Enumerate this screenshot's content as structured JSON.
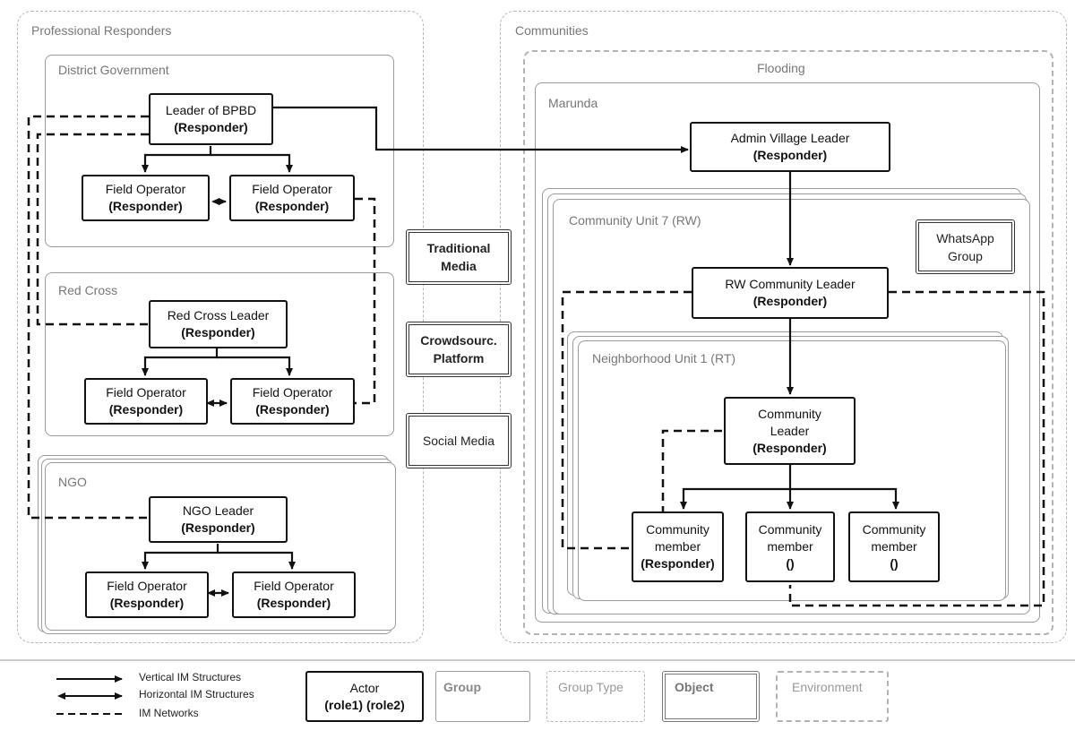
{
  "groups": {
    "professional": "Professional Responders",
    "communities": "Communities",
    "flooding": "Flooding",
    "district": "District Government",
    "redcross": "Red Cross",
    "ngo": "NGO",
    "marunda": "Marunda",
    "rw": "Community Unit 7 (RW)",
    "rt": "Neighborhood Unit 1 (RT)"
  },
  "actors": {
    "bpbd_leader": {
      "name": "Leader of BPBD",
      "role": "(Responder)"
    },
    "dg_field1": {
      "name": "Field Operator",
      "role": "(Responder)"
    },
    "dg_field2": {
      "name": "Field Operator",
      "role": "(Responder)"
    },
    "rc_leader": {
      "name": "Red Cross Leader",
      "role": "(Responder)"
    },
    "rc_field1": {
      "name": "Field Operator",
      "role": "(Responder)"
    },
    "rc_field2": {
      "name": "Field Operator",
      "role": "(Responder)"
    },
    "ngo_leader": {
      "name": "NGO Leader",
      "role": "(Responder)"
    },
    "ngo_field1": {
      "name": "Field Operator",
      "role": "(Responder)"
    },
    "ngo_field2": {
      "name": "Field Operator",
      "role": "(Responder)"
    },
    "admin_village": {
      "name": "Admin Village Leader",
      "role": "(Responder)"
    },
    "rw_leader": {
      "name": "RW Community Leader",
      "role": "(Responder)"
    },
    "community_leader": {
      "name1": "Community",
      "name2": "Leader",
      "role": "(Responder)"
    },
    "member1": {
      "name1": "Community",
      "name2": "member",
      "role": "(Responder)"
    },
    "member2": {
      "name1": "Community",
      "name2": "member",
      "role": "()"
    },
    "member3": {
      "name1": "Community",
      "name2": "member",
      "role": "()"
    }
  },
  "objects": {
    "traditional_media": {
      "line1": "Traditional",
      "line2": "Media"
    },
    "crowdsourc": {
      "line1": "Crowdsourc.",
      "line2": "Platform"
    },
    "social_media": {
      "line1": "Social Media"
    },
    "whatsapp": {
      "line1": "WhatsApp",
      "line2": "Group"
    }
  },
  "legend": {
    "vertical": "Vertical IM Structures",
    "horizontal": "Horizontal IM Structures",
    "networks": "IM Networks",
    "actor_label": "Actor",
    "actor_roles": "(role1) (role2)",
    "group": "Group",
    "group_type": "Group Type",
    "object": "Object",
    "environment": "Environment"
  }
}
